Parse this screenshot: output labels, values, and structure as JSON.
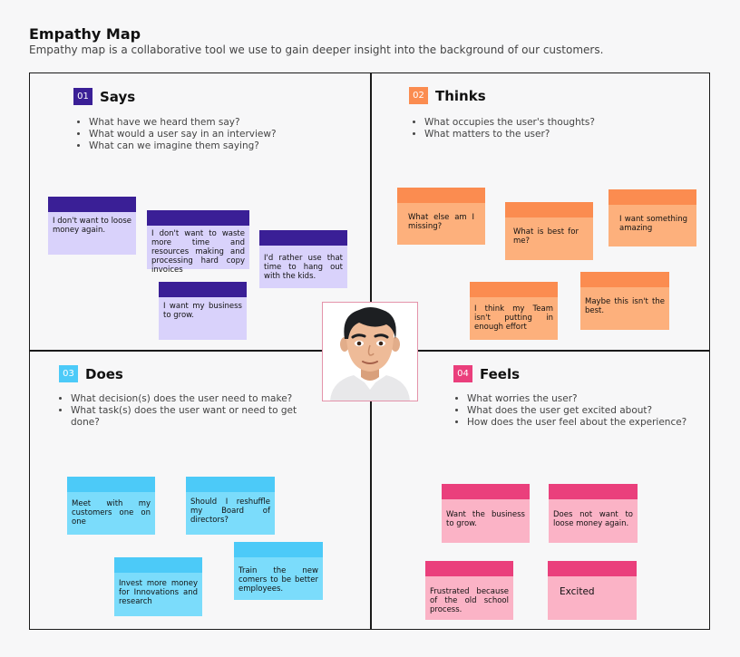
{
  "header": {
    "title": "Empathy Map",
    "subtitle": "Empathy map is a collaborative tool we use to gain deeper insight into the background of our customers."
  },
  "colors": {
    "says": "#3a1f96",
    "thinks": "#fb8c50",
    "does": "#4ccaf8",
    "feels": "#ea3f7c"
  },
  "quadrants": {
    "says": {
      "number": "01",
      "title": "Says",
      "prompts": [
        "What have we heard them say?",
        "What would a user say in an interview?",
        "What can we imagine them saying?"
      ],
      "notes": [
        "I don't want to loose money again.",
        "I don't want to waste more time and resources making and processing hard copy invoices",
        "I'd rather use that time to hang out with the kids.",
        "I want my business to grow."
      ]
    },
    "thinks": {
      "number": "02",
      "title": "Thinks",
      "prompts": [
        "What occupies the user's thoughts?",
        "What matters to the user?"
      ],
      "notes": [
        "What else am I missing?",
        "What is best for me?",
        "I want something amazing",
        "I think my Team isn't putting in enough effort",
        "Maybe this isn't the best."
      ]
    },
    "does": {
      "number": "03",
      "title": "Does",
      "prompts": [
        "What decision(s) does the user need to make?",
        "What task(s) does the user want or need to get done?"
      ],
      "notes": [
        "Meet with my customers one on one",
        "Should I reshuffle my Board of directors?",
        "Train the new comers to be better employees.",
        "Invest more money for Innovations and research"
      ]
    },
    "feels": {
      "number": "04",
      "title": "Feels",
      "prompts": [
        "What worries the user?",
        "What does the user get excited about?",
        "How does the user feel about the experience?"
      ],
      "notes": [
        "Want the business to grow.",
        "Does not want to loose money again.",
        "Frustrated because of the old school process.",
        "Excited"
      ]
    }
  },
  "center": {
    "icon": "user-avatar-icon"
  }
}
